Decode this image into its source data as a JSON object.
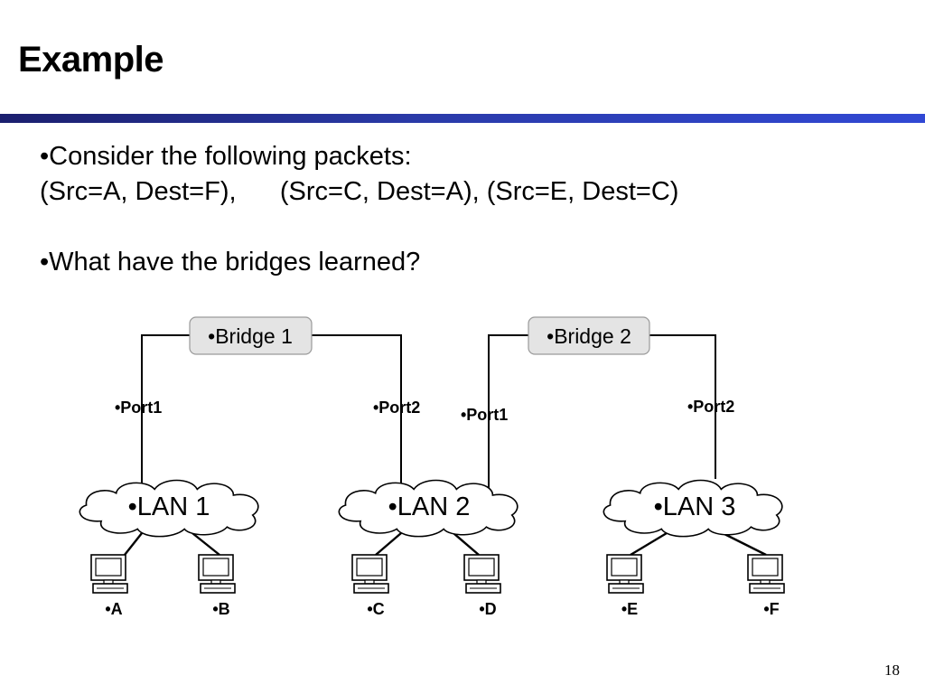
{
  "slide": {
    "title": "Example",
    "page_number": "18"
  },
  "bullets": {
    "line1": "•Consider the following packets:",
    "line2": "(Src=A, Dest=F),      (Src=C, Dest=A), (Src=E, Dest=C)",
    "line3": "•What have the bridges learned?"
  },
  "bridges": [
    {
      "label": "•Bridge 1",
      "port1": "•Port1",
      "port2": "•Port2"
    },
    {
      "label": "•Bridge 2",
      "port1": "•Port1",
      "port2": "•Port2"
    }
  ],
  "lans": [
    "•LAN 1",
    "•LAN 2",
    "•LAN 3"
  ],
  "hosts": [
    "•A",
    "•B",
    "•C",
    "•D",
    "•E",
    "•F"
  ],
  "colors": {
    "title_bar": "#2a3aa8",
    "bridge_fill": "#e4e4e4"
  }
}
